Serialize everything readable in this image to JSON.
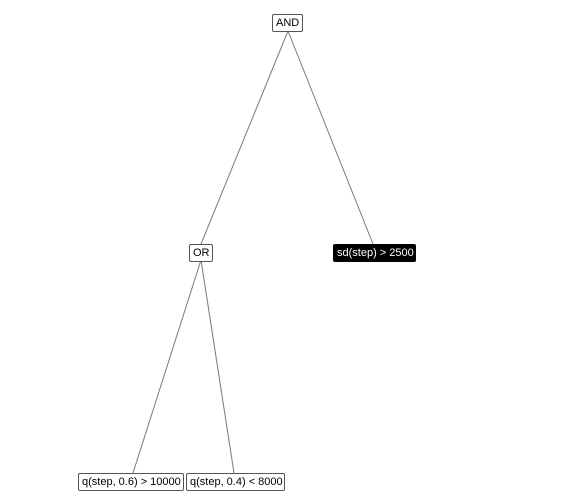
{
  "tree": {
    "root": {
      "label": "AND",
      "children": [
        {
          "label": "OR",
          "children": [
            {
              "label": "q(step, 0.6) > 10000"
            },
            {
              "label": "q(step, 0.4) < 8000"
            }
          ]
        },
        {
          "label": "sd(step) > 2500",
          "highlighted": true
        }
      ]
    }
  },
  "colors": {
    "edge": "#7a7a7a",
    "node_border": "#555555",
    "highlight_fill": "#000000",
    "highlight_text": "#ffffff"
  }
}
